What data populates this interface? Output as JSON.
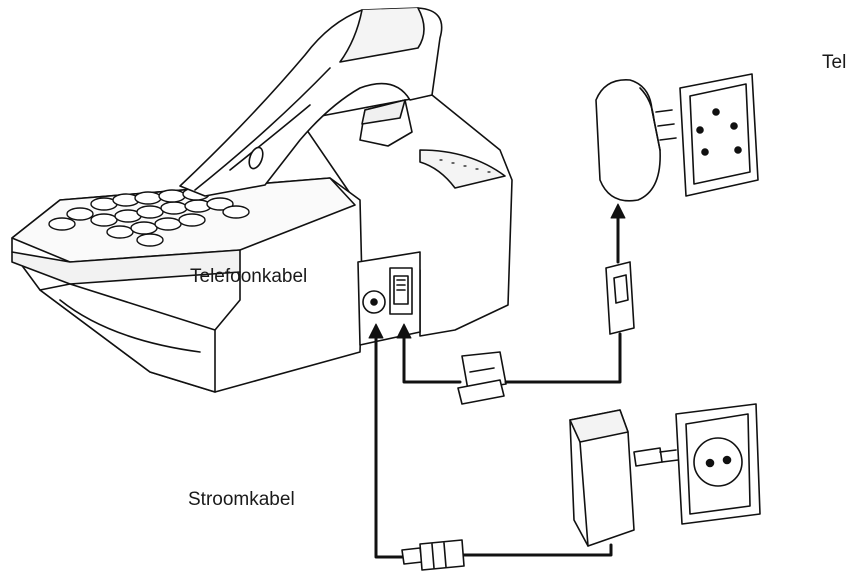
{
  "labels": {
    "tel": "Tel",
    "telefoonkabel": "Telefoonkabel",
    "stroomkabel": "Stroomkabel"
  },
  "colors": {
    "line": "#111111",
    "fill": "#ffffff",
    "shade": "#e8e8e8"
  }
}
